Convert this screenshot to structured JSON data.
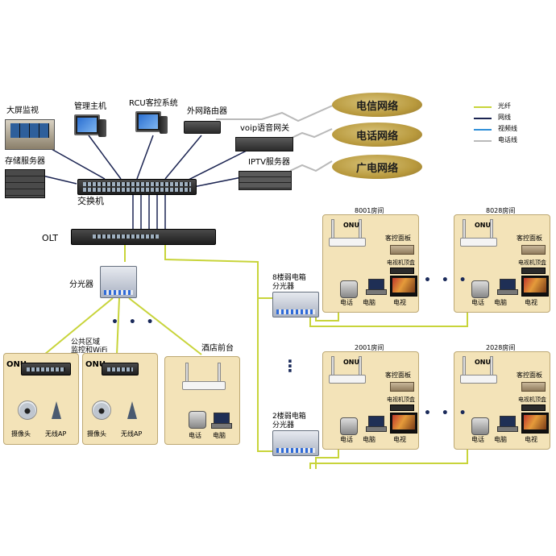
{
  "legend": {
    "fiber": "光纤",
    "network": "网线",
    "video": "视频线",
    "phone": "电话线",
    "colors": {
      "fiber": "#c8d43a",
      "network": "#1c2552",
      "video": "#2f8fd8",
      "phone": "#b9b9b9"
    }
  },
  "clouds": {
    "telecom": "电信网络",
    "telephone": "电话网络",
    "broadcast": "广电网络"
  },
  "core": {
    "big_screen": "大屏监视",
    "mgmt_host": "管理主机",
    "rcu": "RCU客控系统",
    "router": "外网路由器",
    "voip": "voip语音网关",
    "storage": "存储服务器",
    "iptv": "IPTV服务器",
    "switch": "交换机",
    "olt": "OLT",
    "splitter": "分光器"
  },
  "areas": {
    "public": "公共区域\n监控和WiFi",
    "front_desk": "酒店前台",
    "onu": "ONU",
    "camera": "摄像头",
    "wireless_ap": "无线AP",
    "telephone": "电话",
    "computer": "电脑"
  },
  "floors": {
    "floor8": "8楼弱电箱\n分光器",
    "floor2": "2楼弱电箱\n分光器",
    "vertical_dots": "⋮"
  },
  "rooms": [
    {
      "name": "8001房间"
    },
    {
      "name": "8028房间"
    },
    {
      "name": "2001房间"
    },
    {
      "name": "2028房间"
    }
  ],
  "room_labels": {
    "onu": "ONU",
    "panel": "客控面板",
    "stb": "电视机顶盒",
    "phone": "电话",
    "computer": "电脑",
    "tv": "电视"
  },
  "ellipsis": "• • •"
}
